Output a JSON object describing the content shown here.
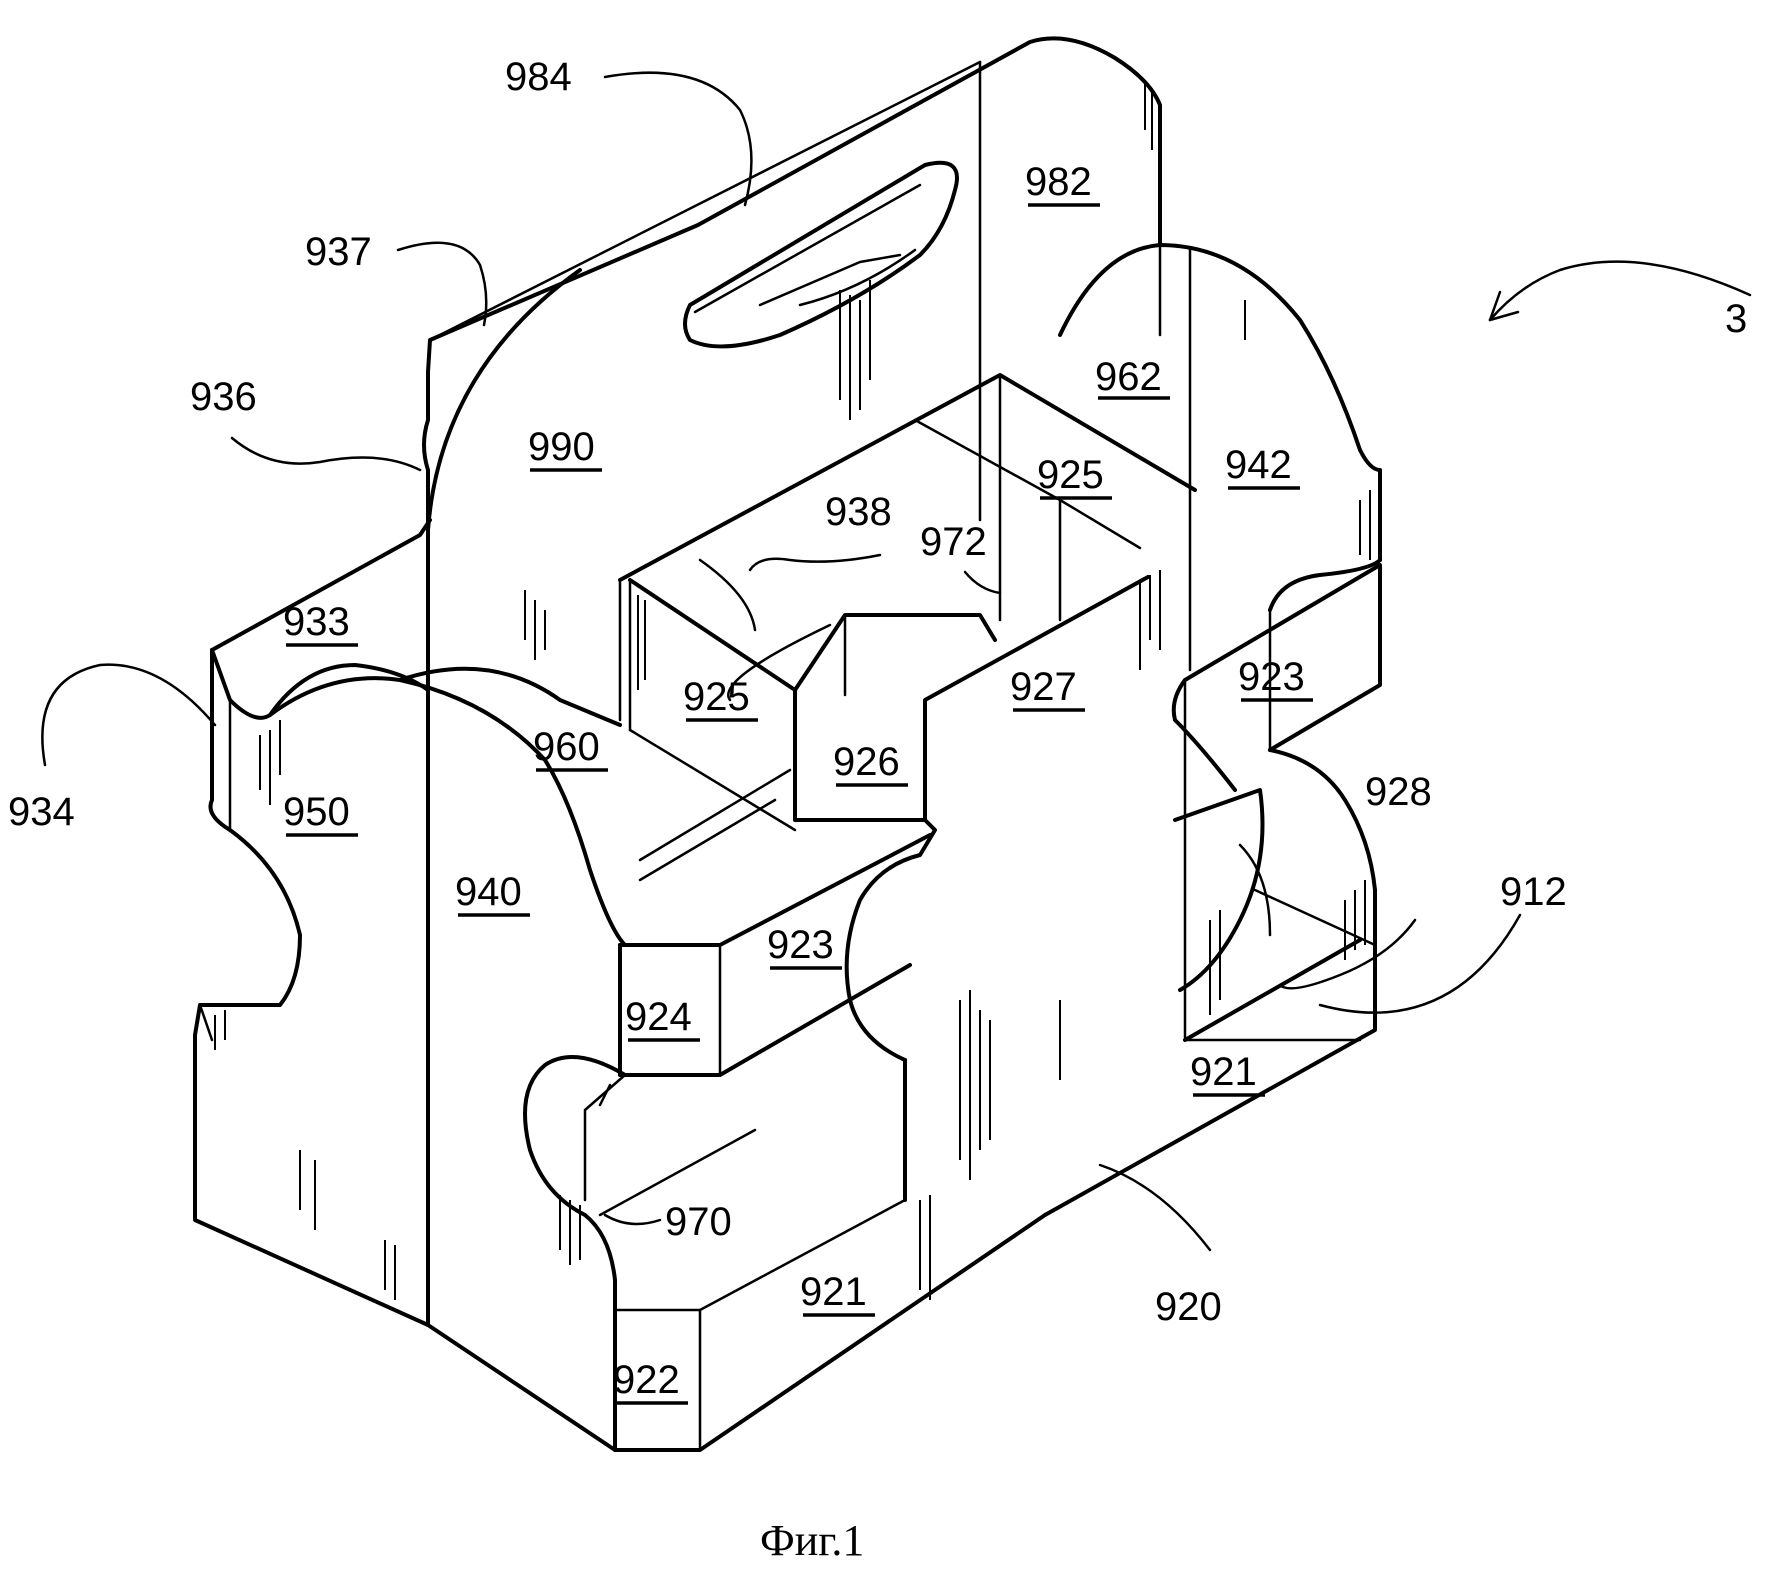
{
  "figure": {
    "caption": "Фиг.1",
    "assembly_ref": "3"
  },
  "labels": {
    "l984": "984",
    "l982": "982",
    "l937": "937",
    "l936": "936",
    "l990": "990",
    "l962": "962",
    "l942": "942",
    "l925a": "925",
    "l938": "938",
    "l972": "972",
    "l933": "933",
    "l934": "934",
    "l950": "950",
    "l960": "960",
    "l925b": "925",
    "l926": "926",
    "l927": "927",
    "l923a": "923",
    "l928": "928",
    "l940": "940",
    "l923b": "923",
    "l912": "912",
    "l924": "924",
    "l921a": "921",
    "l970": "970",
    "l920": "920",
    "l921b": "921",
    "l922": "922"
  }
}
